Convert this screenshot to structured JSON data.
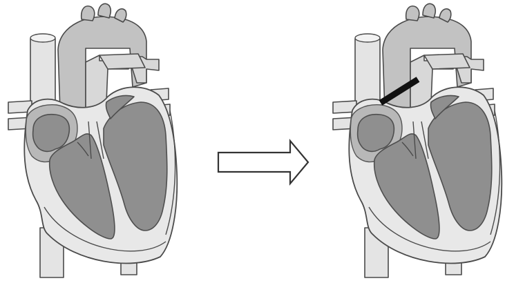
{
  "figure": {
    "panels": [
      {
        "id": "before",
        "label": "",
        "marked": false
      },
      {
        "id": "after",
        "label": "",
        "marked": true
      }
    ],
    "arrow_direction": "right",
    "marker_color": "#111111",
    "vessel_color": "#e4e4e4",
    "chamber_color": "#8f8f8f"
  }
}
